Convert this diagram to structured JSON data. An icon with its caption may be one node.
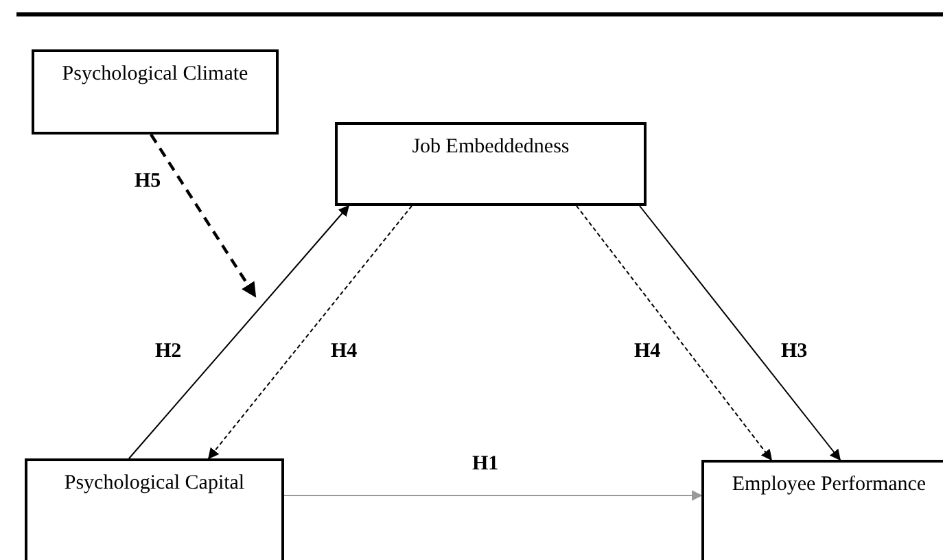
{
  "diagram": {
    "nodes": [
      {
        "text": [
          "Psychological Climate"
        ]
      },
      {
        "text": [
          "Job Embeddedness"
        ]
      },
      {
        "text": [
          "Psychological Capital"
        ]
      },
      {
        "text": [
          "Employee Performance"
        ]
      }
    ],
    "edges": [
      {
        "from": 0,
        "to": null,
        "arrow": "to",
        "label": "H5",
        "style": "dashed"
      },
      {
        "from": 2,
        "to": 1,
        "arrow": "to",
        "label": "H2"
      },
      {
        "from": 1,
        "to": 2,
        "arrow": "to",
        "label": "H4",
        "style": "dashed"
      },
      {
        "from": 1,
        "to": 3,
        "arrow": "to",
        "label": "H4",
        "style": "dashed"
      },
      {
        "from": 1,
        "to": 3,
        "arrow": "to",
        "label": "H3"
      },
      {
        "from": 2,
        "to": 3,
        "arrow": "to",
        "label": "H1",
        "color": "#999999"
      }
    ]
  }
}
